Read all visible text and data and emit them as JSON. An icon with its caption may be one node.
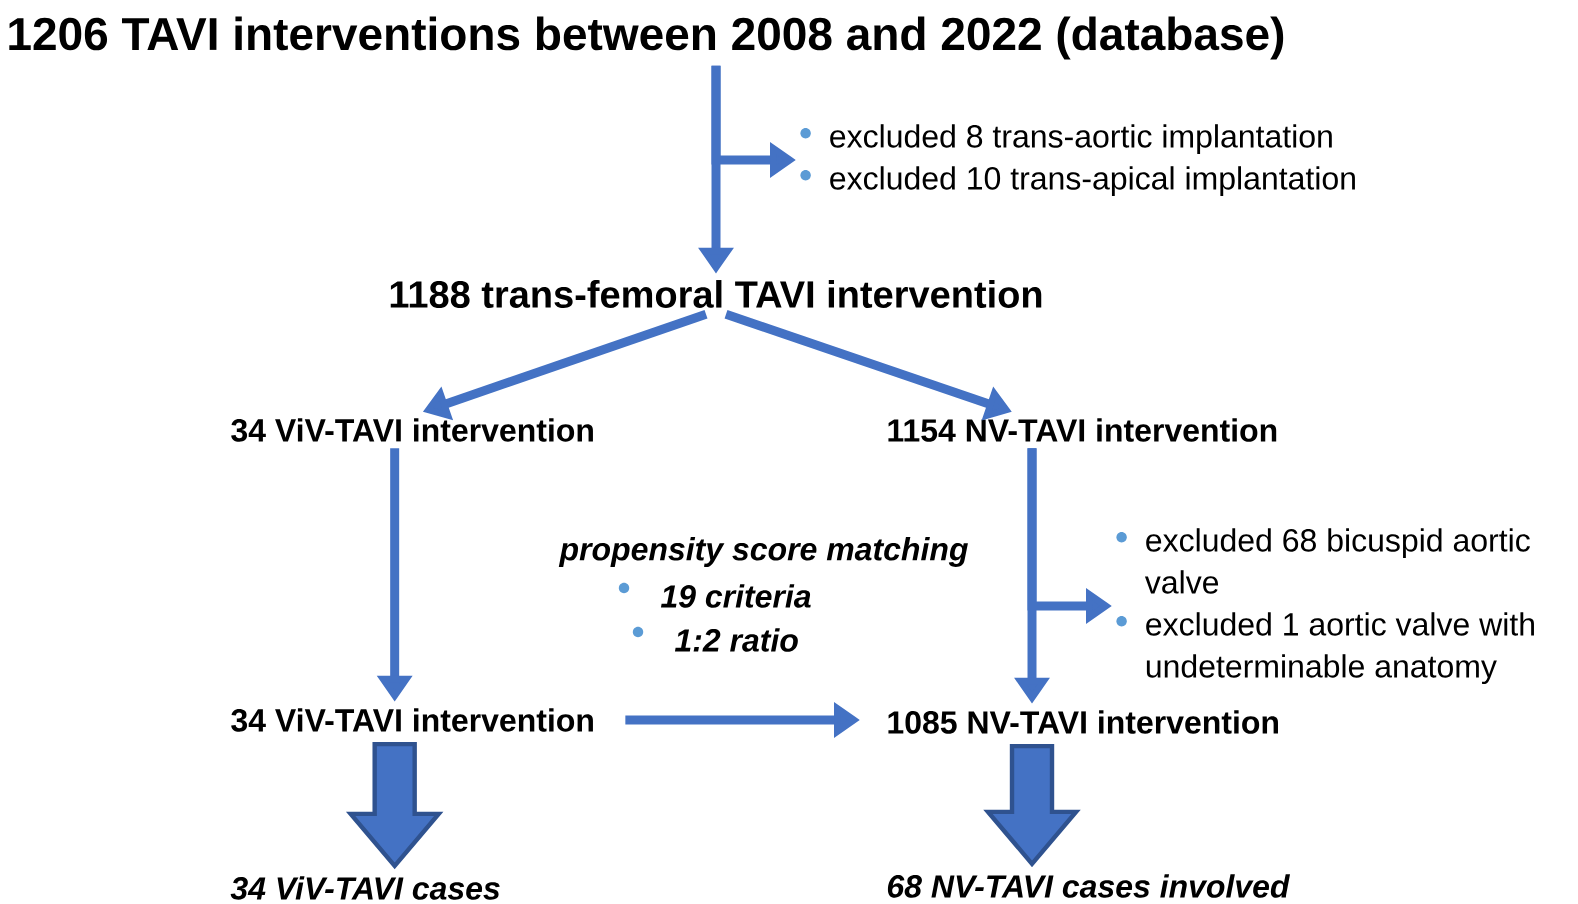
{
  "diagram": {
    "nodes": [
      {
        "text": [
          "1206 TAVI interventions between 2008 and 2022 (database)"
        ]
      },
      {
        "text": [
          "excluded 8 trans-aortic implantation",
          "excluded 10 trans-apical implantation"
        ]
      },
      {
        "text": [
          "1188 trans-femoral TAVI intervention"
        ]
      },
      {
        "text": [
          "34 ViV-TAVI intervention"
        ]
      },
      {
        "text": [
          "1154 NV-TAVI intervention"
        ]
      },
      {
        "text": [
          "excluded 68 bicuspid aortic valve",
          "excluded 1 aortic valve with undeterminable anatomy"
        ]
      },
      {
        "text": [
          "34 ViV-TAVI intervention"
        ]
      },
      {
        "text": [
          "1085 NV-TAVI intervention"
        ]
      },
      {
        "text": [
          "34 ViV-TAVI cases"
        ]
      },
      {
        "text": [
          "68 NV-TAVI cases involved"
        ]
      }
    ],
    "edges": [
      {
        "from": 0,
        "to": 2,
        "arrow": "to"
      },
      {
        "from": 0,
        "to": 1,
        "arrow": "to"
      },
      {
        "from": 2,
        "to": 3,
        "arrow": "to"
      },
      {
        "from": 2,
        "to": 4,
        "arrow": "to"
      },
      {
        "from": 3,
        "to": 6,
        "arrow": "to"
      },
      {
        "from": 4,
        "to": 7,
        "arrow": "to"
      },
      {
        "from": 4,
        "to": 5,
        "arrow": "to"
      },
      {
        "from": 6,
        "to": 7,
        "arrow": "to"
      },
      {
        "from": 6,
        "to": 8,
        "arrow": "to",
        "style": "thick"
      },
      {
        "from": 7,
        "to": 9,
        "arrow": "to",
        "style": "thick"
      }
    ],
    "labels": [
      "propensity score matching",
      "19 criteria",
      "1:2 ratio"
    ]
  }
}
